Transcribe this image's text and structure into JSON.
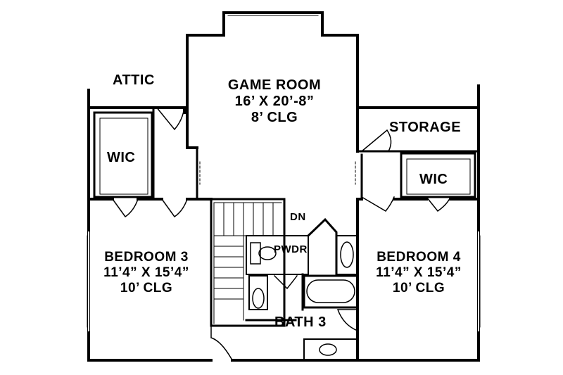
{
  "labels": {
    "attic": "ATTIC",
    "game_room": {
      "name": "GAME ROOM",
      "size": "16’ X 20’-8”",
      "ceiling": "8’ CLG"
    },
    "storage": "STORAGE",
    "wic_left": "WIC",
    "wic_right": "WIC",
    "bedroom3": {
      "name": "BEDROOM 3",
      "size": "11’4” X 15’4”",
      "ceiling": "10’ CLG"
    },
    "bedroom4": {
      "name": "BEDROOM 4",
      "size": "11’4” X 15’4”",
      "ceiling": "10’ CLG"
    },
    "stair_dn": "DN",
    "powder": "PWDR",
    "bath3": "BATH 3"
  }
}
